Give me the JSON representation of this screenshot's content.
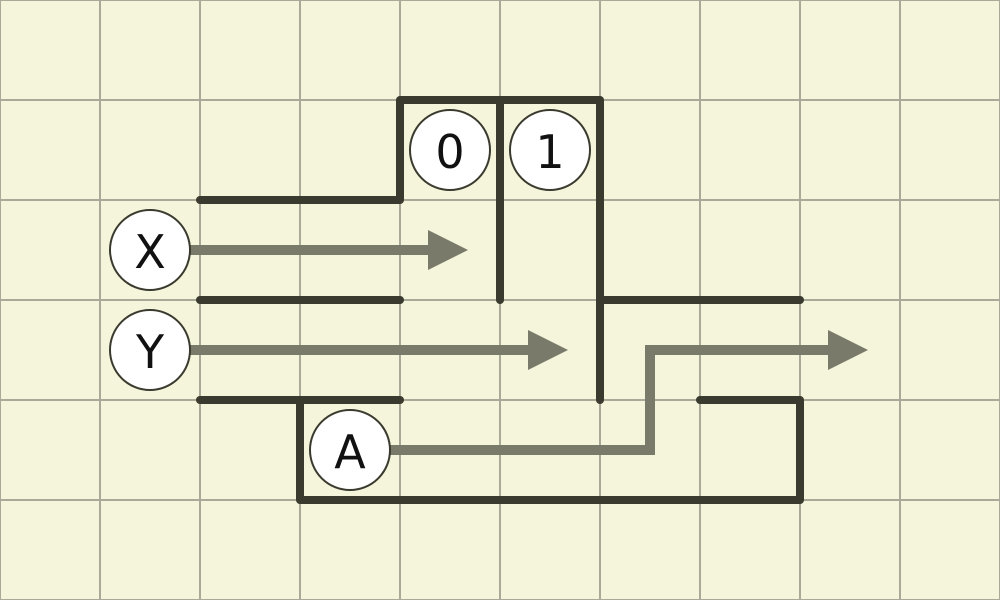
{
  "colors": {
    "background": "#f5f5dc",
    "grid": "#a9a99a",
    "wall": "#3a3a2e",
    "arrow": "#7a7a6a",
    "node_fill": "#ffffff",
    "node_stroke": "#3a3a2e",
    "text": "#111111"
  },
  "labels": {
    "x": "X",
    "y": "Y",
    "a": "A",
    "zero": "0",
    "one": "1"
  }
}
